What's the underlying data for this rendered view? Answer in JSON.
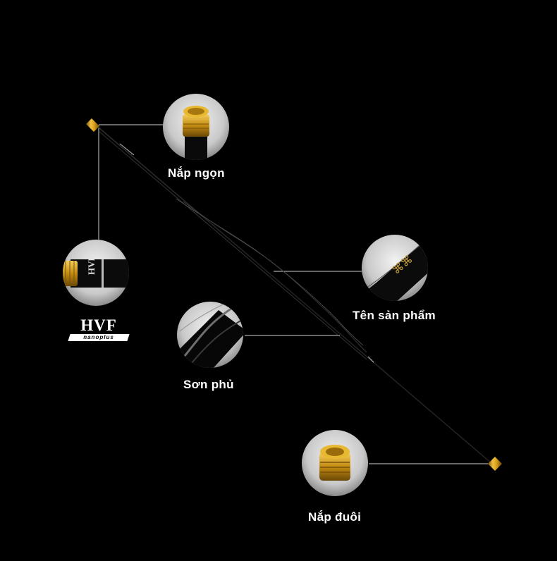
{
  "callouts": {
    "tip_cap": "Nắp ngọn",
    "product_name": "Tên sản phẩm",
    "coating": "Sơn phủ",
    "butt_cap": "Nắp đuôi"
  },
  "logo": {
    "brand": "HVF",
    "sub": "nanoplus"
  },
  "colors": {
    "background": "#000000",
    "gold": "#c99a1c",
    "rod": "#141414",
    "leader_line": "#cfcfcf",
    "text": "#ffffff"
  }
}
